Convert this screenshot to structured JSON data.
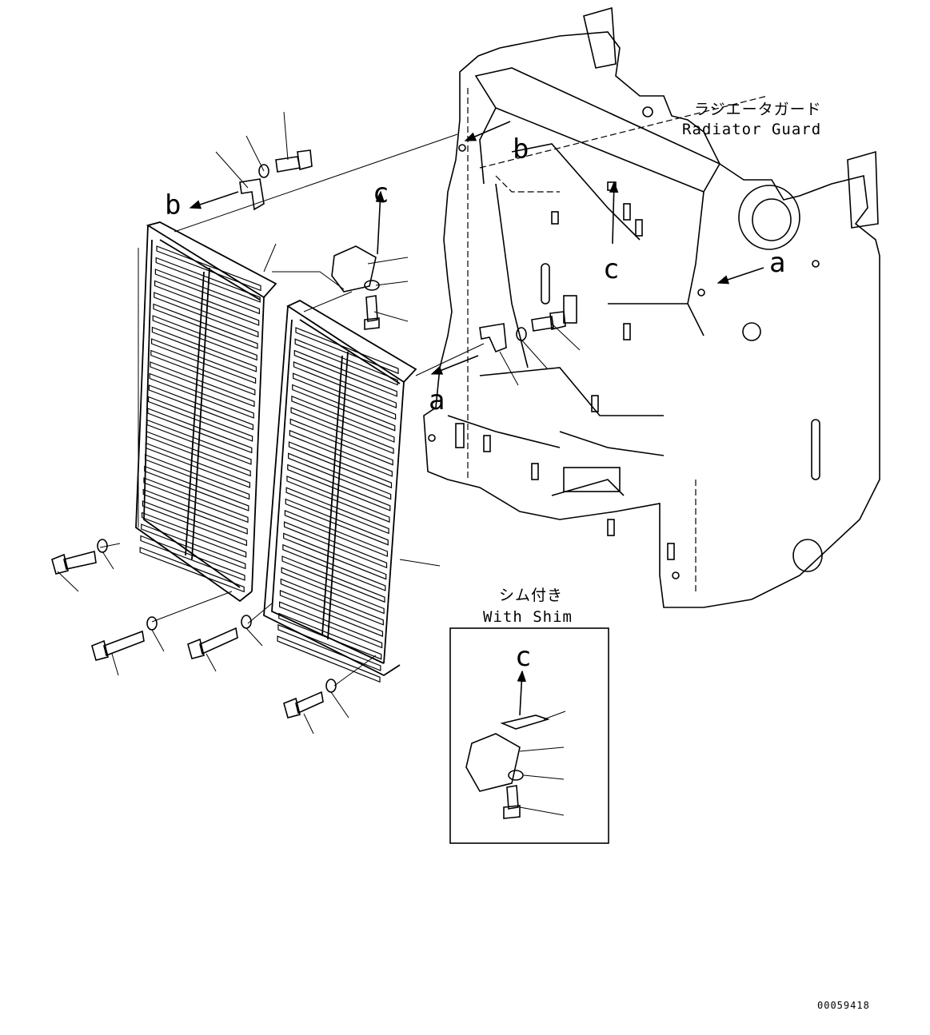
{
  "title_jp": "ラジエータガード",
  "title_en": "Radiator Guard",
  "inset": {
    "title_jp": "シム付き",
    "title_en": "With Shim",
    "view_label": "c"
  },
  "view_labels": {
    "a_frame": "a",
    "a_part": "a",
    "b_frame": "b",
    "b_part": "b",
    "c_frame": "c",
    "c_part": "c"
  },
  "doc_number": "00059418",
  "colors": {
    "line": "#000000",
    "background": "#ffffff"
  }
}
